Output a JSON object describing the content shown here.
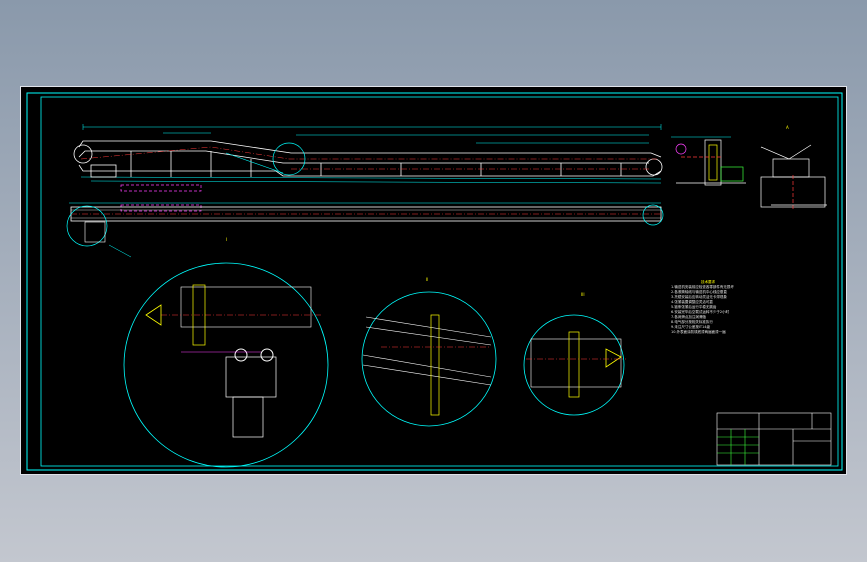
{
  "drawing": {
    "detail_labels": [
      "I",
      "II",
      "III"
    ],
    "view_label": "A",
    "notes": {
      "title": "技术要求",
      "lines": [
        "1.输送机安装前应检查各零部件有无损坏",
        "2.各滚筒轴线与输送机中心线应垂直",
        "3.托辊安装后应转动灵活无卡滞现象",
        "4.张紧装置调整应灵活可靠",
        "5.链条张紧后运行平稳无跳齿",
        "6.安装完毕后空载试运转不少于2小时",
        "7.各润滑点加注润滑脂",
        "8.电气部分按相关标准执行",
        "9.未注尺寸公差按IT14级",
        "10.外表面涂防锈底漆两遍面漆一遍"
      ]
    },
    "colors": {
      "background": "#000000",
      "frame": "#00ffff",
      "geometry": "#ffffff",
      "centerline": "#ff3b3b",
      "hidden": "#ff40ff",
      "text": "#ffff00",
      "green": "#3cff3c"
    }
  }
}
